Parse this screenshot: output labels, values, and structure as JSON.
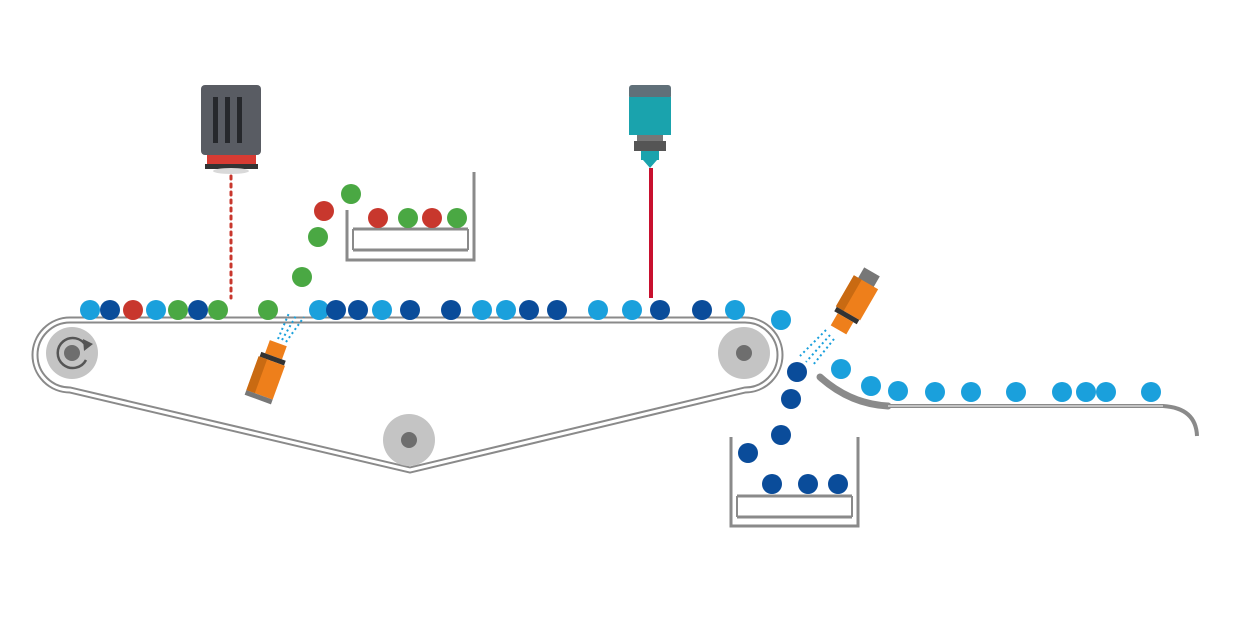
{
  "colors": {
    "light_blue": "#1aa0dc",
    "dark_blue": "#0a4c9a",
    "red": "#c8372d",
    "green": "#4aa843",
    "belt_gray": "#8a8a8a",
    "roller_gray": "#c4c4c4",
    "camera_body": "#595c63",
    "camera_lens": "#d73b33",
    "laser_body": "#1aa3ad",
    "nozzle_orange": "#ee7f1b",
    "spray": "#1aa0dc",
    "bin_gray": "#8a8a8a"
  },
  "icons": {
    "drive_roller": "rotate-arrow-icon",
    "camera": "vision-camera-icon",
    "laser": "laser-sensor-icon",
    "nozzle": "air-nozzle-icon"
  },
  "belt_items": [
    "light_blue",
    "dark_blue",
    "red",
    "light_blue",
    "green",
    "dark_blue",
    "green",
    "green",
    "light_blue",
    "dark_blue",
    "dark_blue",
    "light_blue",
    "dark_blue",
    "dark_blue",
    "light_blue",
    "light_blue",
    "dark_blue",
    "dark_blue",
    "light_blue",
    "light_blue",
    "dark_blue",
    "dark_blue",
    "light_blue"
  ],
  "ejected_items": [
    "green",
    "green",
    "red",
    "green"
  ],
  "upper_bin_items": [
    "red",
    "green",
    "red",
    "green"
  ],
  "falling_items": [
    "light_blue",
    "dark_blue",
    "dark_blue",
    "dark_blue",
    "dark_blue"
  ],
  "lower_bin_items": [
    "dark_blue",
    "dark_blue",
    "dark_blue"
  ],
  "chute_items": [
    "light_blue",
    "light_blue",
    "light_blue",
    "light_blue",
    "light_blue",
    "light_blue",
    "light_blue",
    "light_blue",
    "light_blue",
    "light_blue"
  ]
}
